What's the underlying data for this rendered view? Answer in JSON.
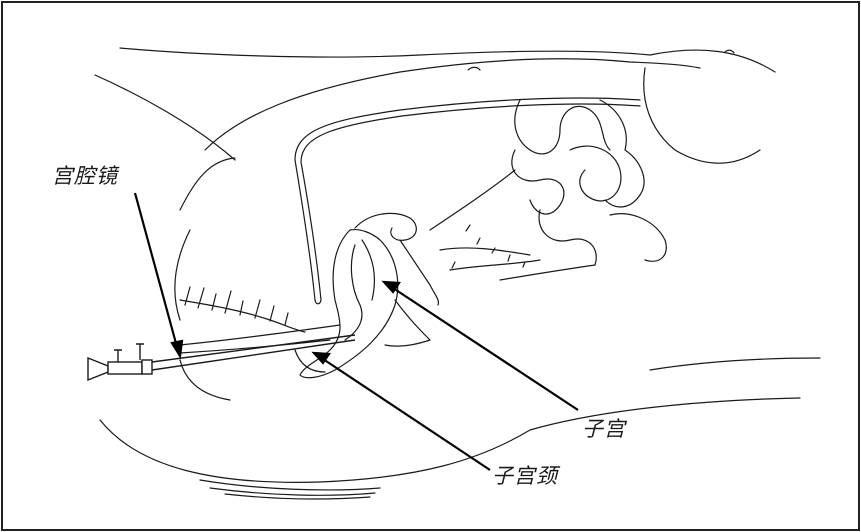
{
  "labels": {
    "hysteroscope": "宫腔镜",
    "uterus": "子宫",
    "cervix": "子宫颈"
  },
  "colors": {
    "line": "#1a1a1a",
    "background": "#ffffff"
  }
}
